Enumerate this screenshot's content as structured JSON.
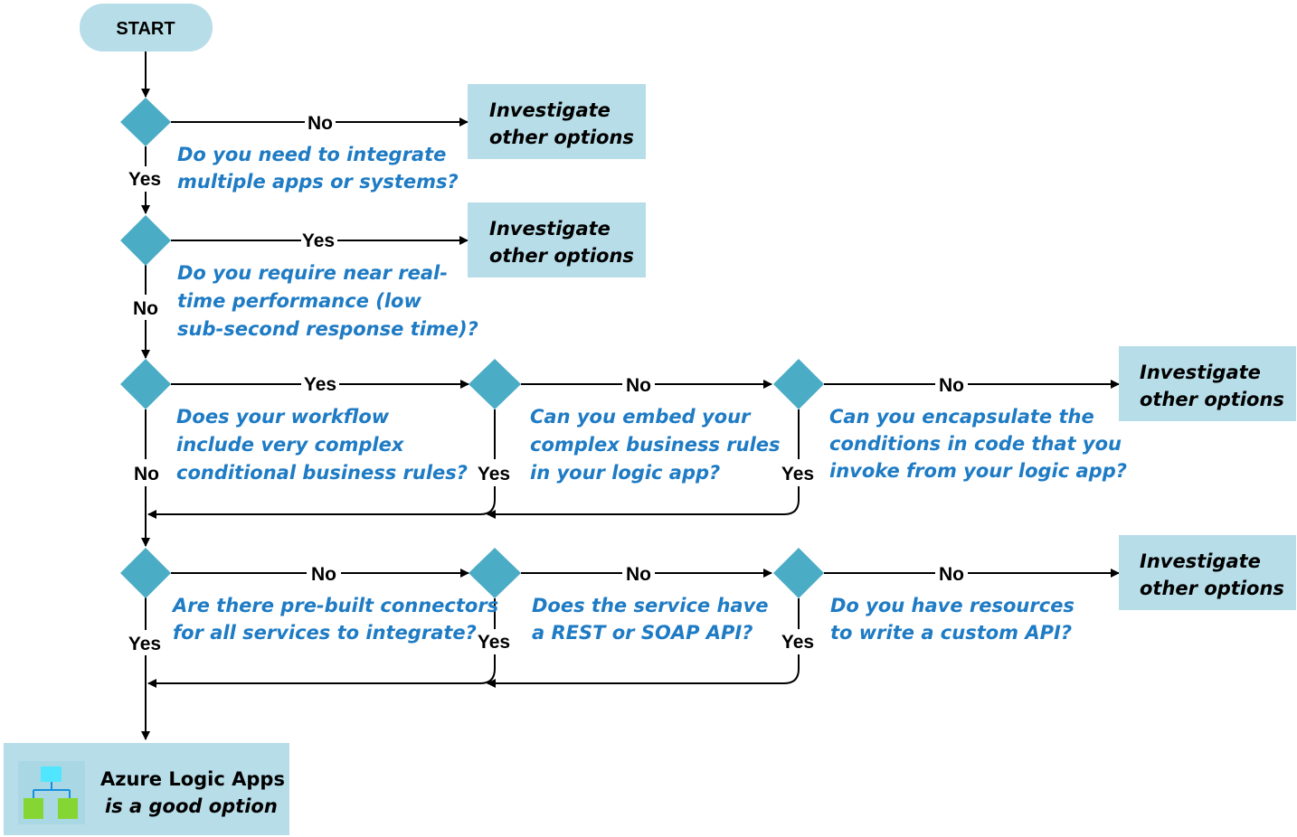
{
  "start": "START",
  "edge_labels": {
    "e1": "No",
    "y1": "Yes",
    "e2": "Yes",
    "y2": "No",
    "e3": "Yes",
    "e3b": "No",
    "e3c": "No",
    "y3": "No",
    "y3b": "Yes",
    "y3c": "Yes",
    "e4": "No",
    "e4b": "No",
    "e4c": "No",
    "y4": "Yes",
    "y4b": "Yes",
    "y4c": "Yes"
  },
  "questions": {
    "q1": [
      "Do you need to integrate",
      "multiple apps or systems?"
    ],
    "q2": [
      "Do you require near real-",
      "time performance (low",
      "sub-second response time)?"
    ],
    "q3": [
      "Does your workflow",
      "include very complex",
      "conditional business rules?"
    ],
    "q3b": [
      "Can you embed your",
      "complex business rules",
      "in your logic app?"
    ],
    "q3c": [
      "Can you encapsulate the",
      "conditions in code that you",
      "invoke from your logic app?"
    ],
    "q4": [
      "Are there pre-built connectors",
      "for all services to integrate?"
    ],
    "q4b": [
      "Does the service have",
      "a REST or SOAP API?"
    ],
    "q4c": [
      "Do you have  resources",
      "to write  a custom API?"
    ]
  },
  "investigate": [
    "Investigate",
    "other options"
  ],
  "result": {
    "line1": "Azure Logic Apps",
    "line2": "is a good option",
    "icon": "logic-apps-icon"
  },
  "colors": {
    "diamond": "#4BACC6",
    "box": "#B7DDE8",
    "question_text": "#1E7BC4",
    "icon_blue": "#50E6FF",
    "icon_green": "#86D633"
  }
}
